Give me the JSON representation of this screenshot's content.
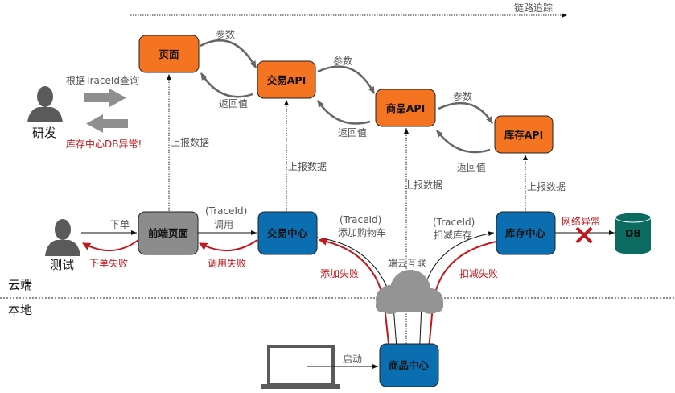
{
  "title_arrow_label": "链路追踪",
  "colors": {
    "api_box": "#f47421",
    "service_box": "#0b6eb0",
    "frontend_box": "#8c8c8c",
    "db": "#0b6b61",
    "cloud": "#949494",
    "error": "#c0191e",
    "gray_arrow": "#666666",
    "person": "#5a5a5a"
  },
  "api_nodes": {
    "page": "页面",
    "trade_api": "交易API",
    "goods_api": "商品API",
    "stock_api": "库存API"
  },
  "api_edges": {
    "param_1": "参数",
    "return_1": "返回值",
    "param_2": "参数",
    "return_2": "返回值",
    "param_3": "参数",
    "return_3": "返回值"
  },
  "report_label": "上报数据",
  "report_labels": [
    "上报数据",
    "上报数据",
    "上报数据",
    "上报数据"
  ],
  "developer": {
    "name": "研发",
    "query_label": "根据TraceId查询",
    "result_label": "库存中心DB异常!"
  },
  "tester": {
    "name": "测试",
    "order_label": "下单",
    "order_fail_label": "下单失败"
  },
  "services": {
    "frontend": "前端页面",
    "trade_center": "交易中心",
    "stock_center": "库存中心",
    "goods_center": "商品中心",
    "db": "DB"
  },
  "service_edges": {
    "call_traceid": "(TraceId)",
    "call_label": "调用",
    "call_fail": "调用失败",
    "add_traceid": "(TraceId)",
    "add_label": "添加购物车",
    "add_fail": "添加失败",
    "deduct_traceid": "(TraceId)",
    "deduct_label": "扣减库存",
    "deduct_fail": "扣减失败",
    "network_error": "网络异常",
    "start_label": "启动"
  },
  "cloud_label": "端云互联",
  "zones": {
    "cloud": "云端",
    "local": "本地"
  }
}
